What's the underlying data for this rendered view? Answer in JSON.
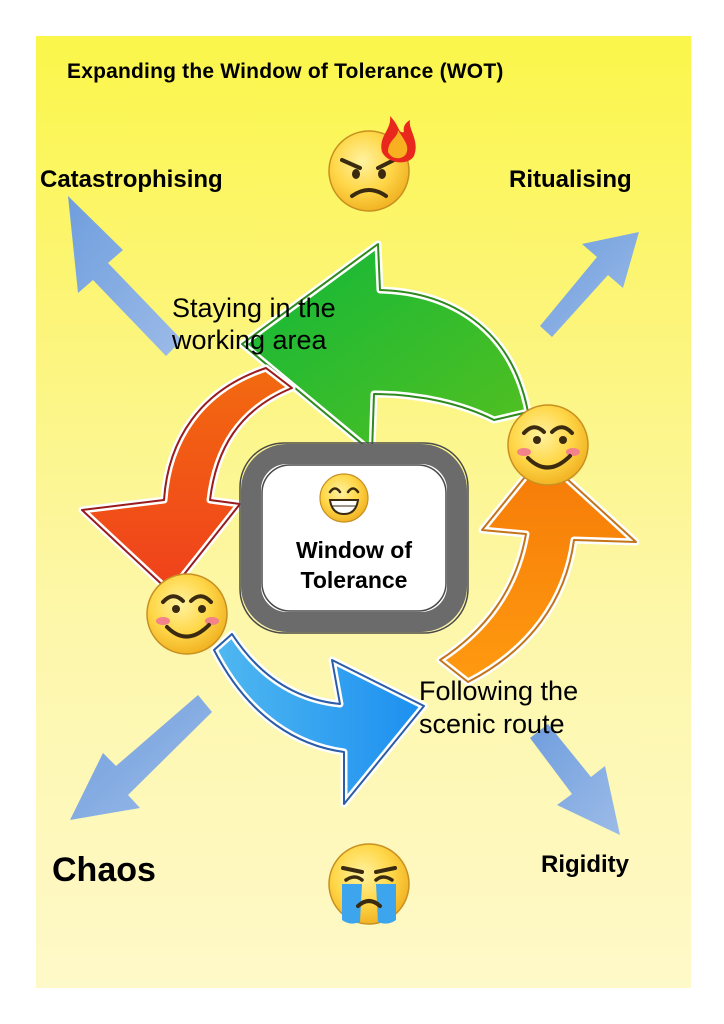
{
  "title": "Expanding the Window of Tolerance (WOT)",
  "corners": {
    "top_left": "Catastrophising",
    "top_right": "Ritualising",
    "bottom_left": "Chaos",
    "bottom_right": "Rigidity"
  },
  "cycle_labels": {
    "upper": "Staying in the working area",
    "lower": "Following the scenic route"
  },
  "center_box": "Window of Tolerance",
  "icons": {
    "top": "angry-face-with-fire-icon",
    "bottom": "crying-face-icon",
    "center": "grinning-face-icon",
    "right": "smirking-face-icon",
    "left": "smirking-face-icon"
  },
  "colors": {
    "green_arrow": "#22b522",
    "red_arrow": "#ee4a10",
    "blue_arrow": "#2a9cf0",
    "orange_arrow": "#fb8a10",
    "outward_arrow": "#7ea6e0",
    "box_border": "#6b6b6b"
  }
}
